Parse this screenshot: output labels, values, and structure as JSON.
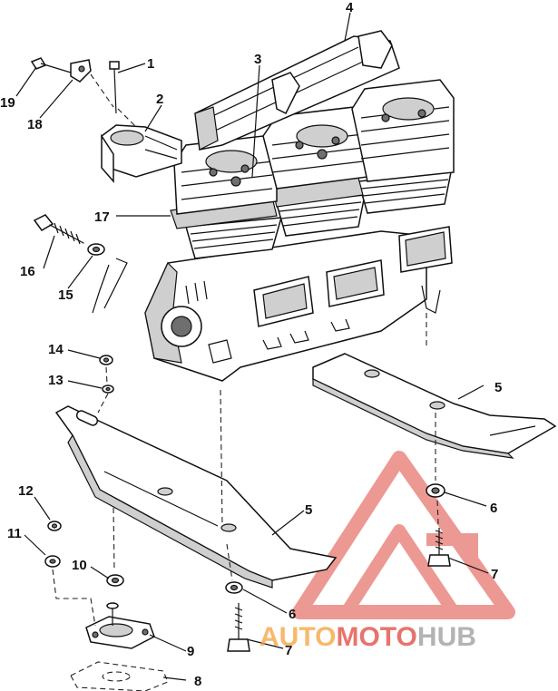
{
  "callouts": [
    {
      "id": "c1",
      "label": "1"
    },
    {
      "id": "c2",
      "label": "2"
    },
    {
      "id": "c3",
      "label": "3"
    },
    {
      "id": "c4",
      "label": "4"
    },
    {
      "id": "c5a",
      "label": "5"
    },
    {
      "id": "c5b",
      "label": "5"
    },
    {
      "id": "c6a",
      "label": "6"
    },
    {
      "id": "c6b",
      "label": "6"
    },
    {
      "id": "c7a",
      "label": "7"
    },
    {
      "id": "c7b",
      "label": "7"
    },
    {
      "id": "c8",
      "label": "8"
    },
    {
      "id": "c9",
      "label": "9"
    },
    {
      "id": "c10",
      "label": "10"
    },
    {
      "id": "c11",
      "label": "11"
    },
    {
      "id": "c12",
      "label": "12"
    },
    {
      "id": "c13",
      "label": "13"
    },
    {
      "id": "c14",
      "label": "14"
    },
    {
      "id": "c15",
      "label": "15"
    },
    {
      "id": "c16",
      "label": "16"
    },
    {
      "id": "c17",
      "label": "17"
    },
    {
      "id": "c18",
      "label": "18"
    },
    {
      "id": "c19",
      "label": "19"
    }
  ],
  "watermark": {
    "part1": "AUTO",
    "part2": "MOTO",
    "part3": "HUB",
    "color_orange": "#f6a13a",
    "color_red": "#e0463c",
    "color_gray": "#9a9a9a"
  }
}
